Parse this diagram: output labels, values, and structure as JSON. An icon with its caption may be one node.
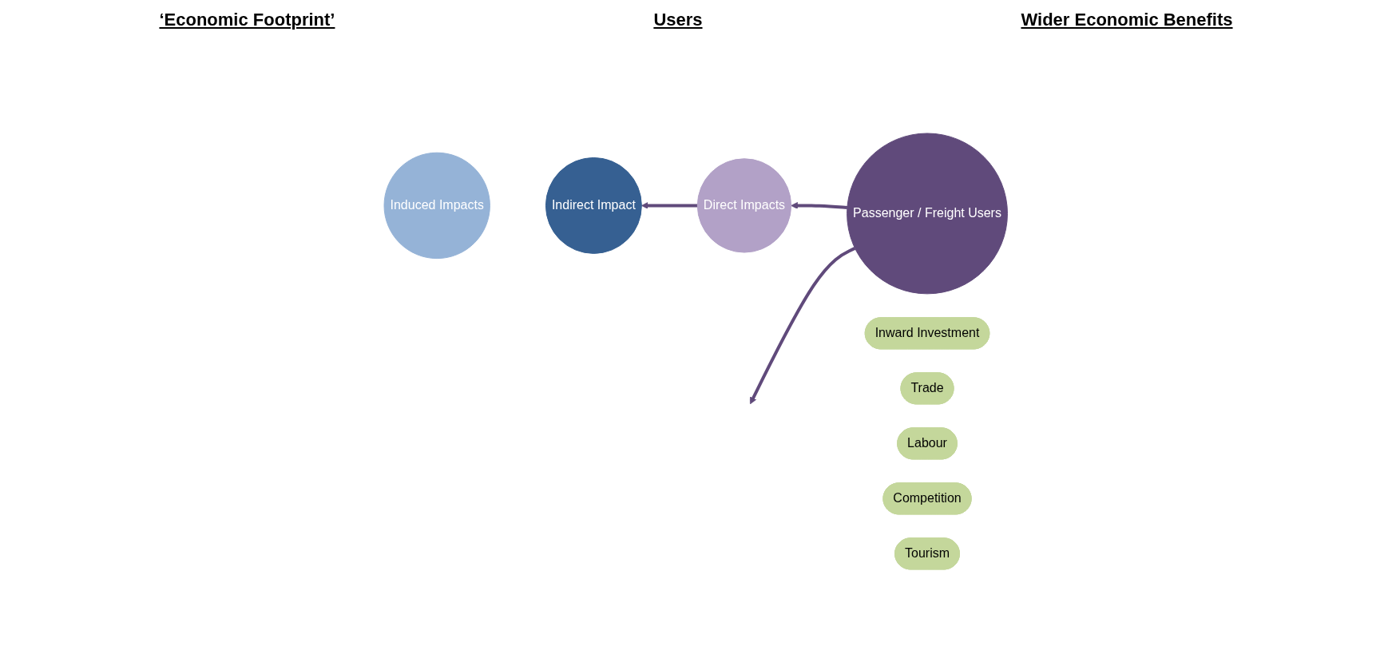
{
  "diagram": {
    "nodes": [
      {
        "text": [
          "Induced Impacts"
        ]
      },
      {
        "text": [
          "Indirect Impact"
        ]
      },
      {
        "text": [
          "Direct Impacts"
        ]
      },
      {
        "text": [
          "Passenger / Freight Users"
        ]
      },
      {
        "text": [
          "Inward Investment"
        ]
      },
      {
        "text": [
          "Trade"
        ]
      },
      {
        "text": [
          "Labour"
        ]
      },
      {
        "text": [
          "Competition"
        ]
      },
      {
        "text": [
          "Tourism"
        ]
      }
    ],
    "edges": [
      {
        "from": 2,
        "to": 1,
        "arrow": "to"
      },
      {
        "from": 3,
        "to": 2,
        "arrow": "to"
      },
      {
        "from": 3,
        "to": null,
        "arrow": "to"
      }
    ],
    "labels": [
      "‘Economic Footprint’",
      "Users",
      "Wider Economic Benefits"
    ]
  }
}
